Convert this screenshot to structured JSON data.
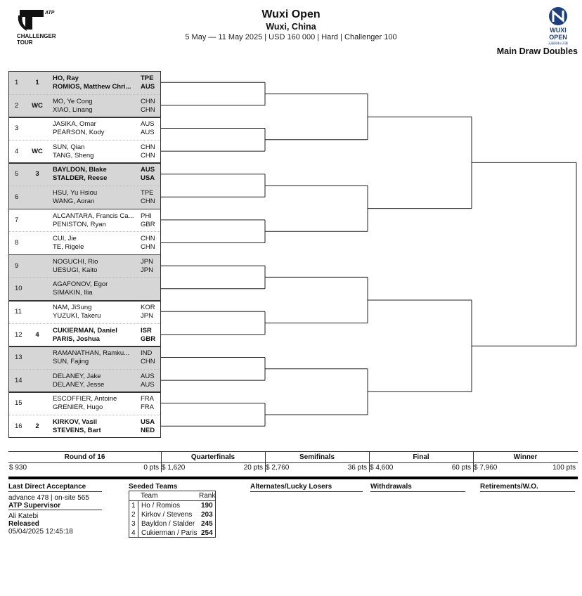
{
  "header": {
    "logo_left": {
      "brand": "ATP",
      "line1": "CHALLENGER",
      "line2": "TOUR"
    },
    "logo_right": {
      "line1": "WUXI",
      "line2": "OPEN",
      "sub": "无锡网球公开赛"
    },
    "tournament": "Wuxi Open",
    "city": "Wuxi, China",
    "info": "5 May — 11 May 2025 | USD 160 000 | Hard | Challenger 100",
    "draw_title": "Main Draw Doubles"
  },
  "draw": [
    {
      "num": "1",
      "seed": "1",
      "p1": "HO, Ray",
      "p2": "ROMIOS, Matthew Chri...",
      "c1": "TPE",
      "c2": "AUS",
      "seeded": true
    },
    {
      "num": "2",
      "seed": "WC",
      "p1": "MO, Ye Cong",
      "p2": "XIAO, Linang",
      "c1": "CHN",
      "c2": "CHN",
      "seeded": false
    },
    {
      "num": "3",
      "seed": "",
      "p1": "JASIKA, Omar",
      "p2": "PEARSON, Kody",
      "c1": "AUS",
      "c2": "AUS",
      "seeded": false
    },
    {
      "num": "4",
      "seed": "WC",
      "p1": "SUN, Qian",
      "p2": "TANG, Sheng",
      "c1": "CHN",
      "c2": "CHN",
      "seeded": false
    },
    {
      "num": "5",
      "seed": "3",
      "p1": "BAYLDON, Blake",
      "p2": "STALDER, Reese",
      "c1": "AUS",
      "c2": "USA",
      "seeded": true
    },
    {
      "num": "6",
      "seed": "",
      "p1": "HSU, Yu Hsiou",
      "p2": "WANG, Aoran",
      "c1": "TPE",
      "c2": "CHN",
      "seeded": false
    },
    {
      "num": "7",
      "seed": "",
      "p1": "ALCANTARA, Francis Ca...",
      "p2": "PENISTON, Ryan",
      "c1": "PHI",
      "c2": "GBR",
      "seeded": false
    },
    {
      "num": "8",
      "seed": "",
      "p1": "CUI, Jie",
      "p2": "TE, Rigele",
      "c1": "CHN",
      "c2": "CHN",
      "seeded": false
    },
    {
      "num": "9",
      "seed": "",
      "p1": "NOGUCHI, Rio",
      "p2": "UESUGI, Kaito",
      "c1": "JPN",
      "c2": "JPN",
      "seeded": false
    },
    {
      "num": "10",
      "seed": "",
      "p1": "AGAFONOV, Egor",
      "p2": "SIMAKIN, Ilia",
      "c1": "",
      "c2": "",
      "seeded": false
    },
    {
      "num": "11",
      "seed": "",
      "p1": "NAM, JiSung",
      "p2": "YUZUKI, Takeru",
      "c1": "KOR",
      "c2": "JPN",
      "seeded": false
    },
    {
      "num": "12",
      "seed": "4",
      "p1": "CUKIERMAN, Daniel",
      "p2": "PARIS, Joshua",
      "c1": "ISR",
      "c2": "GBR",
      "seeded": true
    },
    {
      "num": "13",
      "seed": "",
      "p1": "RAMANATHAN, Ramku...",
      "p2": "SUN, Fajing",
      "c1": "IND",
      "c2": "CHN",
      "seeded": false
    },
    {
      "num": "14",
      "seed": "",
      "p1": "DELANEY, Jake",
      "p2": "DELANEY, Jesse",
      "c1": "AUS",
      "c2": "AUS",
      "seeded": false
    },
    {
      "num": "15",
      "seed": "",
      "p1": "ESCOFFIER, Antoine",
      "p2": "GRENIER, Hugo",
      "c1": "FRA",
      "c2": "FRA",
      "seeded": false
    },
    {
      "num": "16",
      "seed": "2",
      "p1": "KIRKOV, Vasil",
      "p2": "STEVENS, Bart",
      "c1": "USA",
      "c2": "NED",
      "seeded": true
    }
  ],
  "prize": [
    {
      "round": "Round of 16",
      "money": "$ 930",
      "pts": "0 pts"
    },
    {
      "round": "Quarterfinals",
      "money": "$ 1,620",
      "pts": "20 pts"
    },
    {
      "round": "Semifinals",
      "money": "$ 2,760",
      "pts": "36 pts"
    },
    {
      "round": "Final",
      "money": "$ 4,600",
      "pts": "60 pts"
    },
    {
      "round": "Winner",
      "money": "$ 7,960",
      "pts": "100 pts"
    }
  ],
  "footer": {
    "lda_title": "Last Direct Acceptance",
    "lda_value": "advance 478 | on-site 565",
    "supervisor_title": "ATP Supervisor",
    "supervisor_name": "Ali Katebi",
    "released_title": "Released",
    "released_value": "05/04/2025 12:45:18",
    "seeded_title": "Seeded Teams",
    "seeded_team_header": "Team",
    "seeded_rank_header": "Rank",
    "seeded": [
      {
        "n": "1",
        "team": "Ho / Romios",
        "rank": "190"
      },
      {
        "n": "2",
        "team": "Kirkov / Stevens",
        "rank": "203"
      },
      {
        "n": "3",
        "team": "Bayldon / Stalder",
        "rank": "245"
      },
      {
        "n": "4",
        "team": "Cukierman / Paris",
        "rank": "254"
      }
    ],
    "alternates_title": "Alternates/Lucky Losers",
    "withdrawals_title": "Withdrawals",
    "retirements_title": "Retirements/W.O."
  }
}
